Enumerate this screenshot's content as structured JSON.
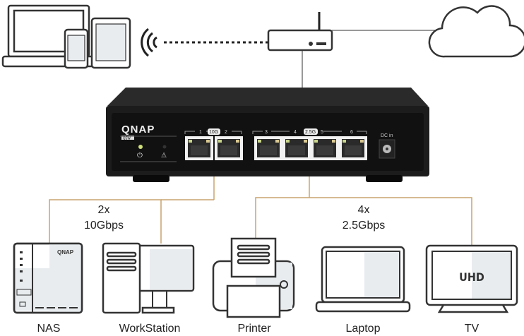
{
  "switch": {
    "brand": "QNAP",
    "series": "QSW",
    "port_labels": [
      "1",
      "2",
      "3",
      "4",
      "5",
      "6"
    ],
    "speed_badges": [
      "10G",
      "2.5G"
    ],
    "power_label": "DC in"
  },
  "groups": [
    {
      "count": "2x",
      "speed": "10Gbps"
    },
    {
      "count": "4x",
      "speed": "2.5Gbps"
    }
  ],
  "devices": [
    "NAS",
    "WorkStation",
    "Printer",
    "Laptop",
    "TV"
  ],
  "nas_brand": "QNAP",
  "tv_label": "UHD",
  "colors": {
    "line": "#c9a46e",
    "switch_body": "#1c1c1c",
    "icon_stroke": "#333333"
  }
}
